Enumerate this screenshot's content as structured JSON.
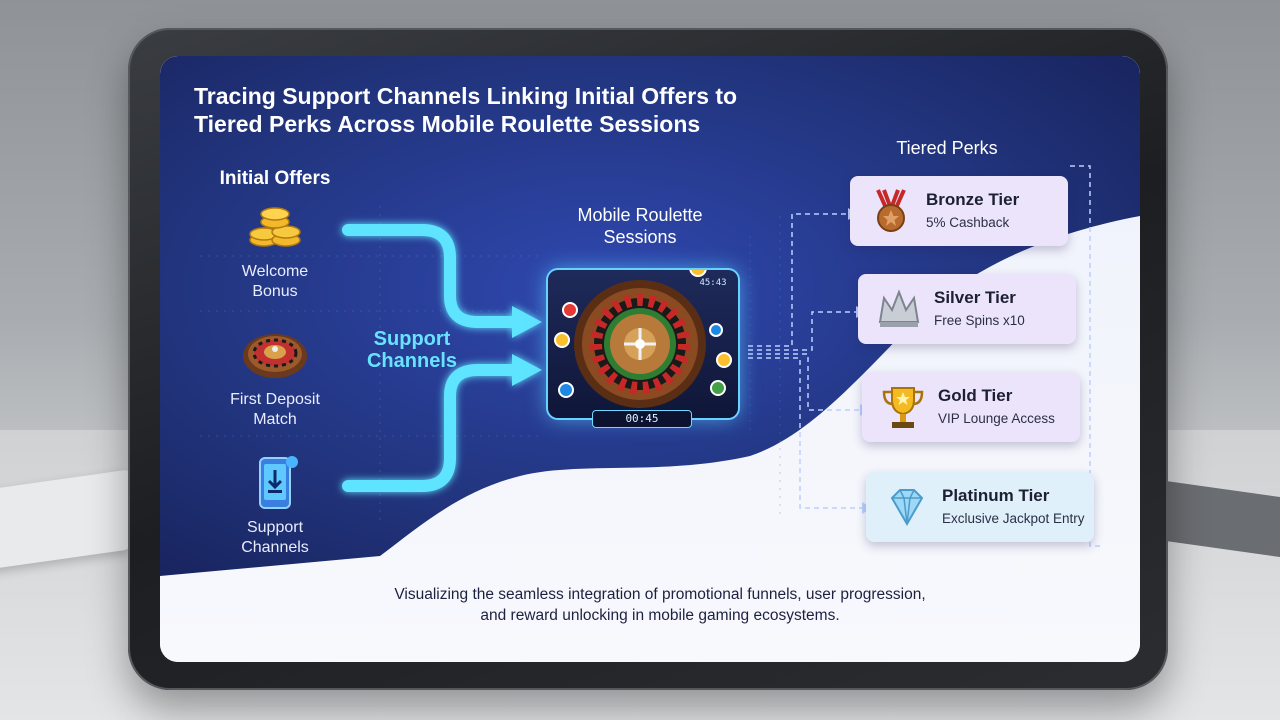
{
  "title": {
    "line1": "Tracing Support Channels Linking Initial Offers to",
    "line2": "Tiered Perks Across Mobile Roulette Sessions"
  },
  "initial_offers": {
    "heading": "Initial Offers",
    "items": [
      {
        "line1": "Welcome",
        "line2": "Bonus",
        "icon": "gold-coins-icon"
      },
      {
        "line1": "First Deposit",
        "line2": "Match",
        "icon": "roulette-wheel-icon"
      },
      {
        "line1": "Support",
        "line2": "Channels",
        "icon": "mobile-download-icon"
      }
    ]
  },
  "support_channels": {
    "line1": "Support",
    "line2": "Channels"
  },
  "sessions": {
    "line1": "Mobile Roulette",
    "line2": "Sessions",
    "timer": "00:45",
    "corner_readout": "45:43"
  },
  "tiered_perks": {
    "heading": "Tiered Perks",
    "tiers": [
      {
        "name": "Bronze Tier",
        "perk": "5% Cashback",
        "icon": "bronze-medal-icon"
      },
      {
        "name": "Silver Tier",
        "perk": "Free Spins x10",
        "icon": "silver-crown-icon"
      },
      {
        "name": "Gold Tier",
        "perk": "VIP Lounge Access",
        "icon": "gold-trophy-icon"
      },
      {
        "name": "Platinum Tier",
        "perk": "Exclusive Jackpot Entry",
        "icon": "diamond-icon"
      }
    ]
  },
  "caption": {
    "line1": "Visualizing the seamless integration of promotional funnels, user progression,",
    "line2": "and reward unlocking in mobile gaming ecosystems."
  },
  "colors": {
    "navy": "#1b2a73",
    "royal": "#2a3f9c",
    "neon_cyan": "#5fe4ff",
    "card_lavender": "#ece4fb",
    "card_ice": "#dff0fb"
  }
}
